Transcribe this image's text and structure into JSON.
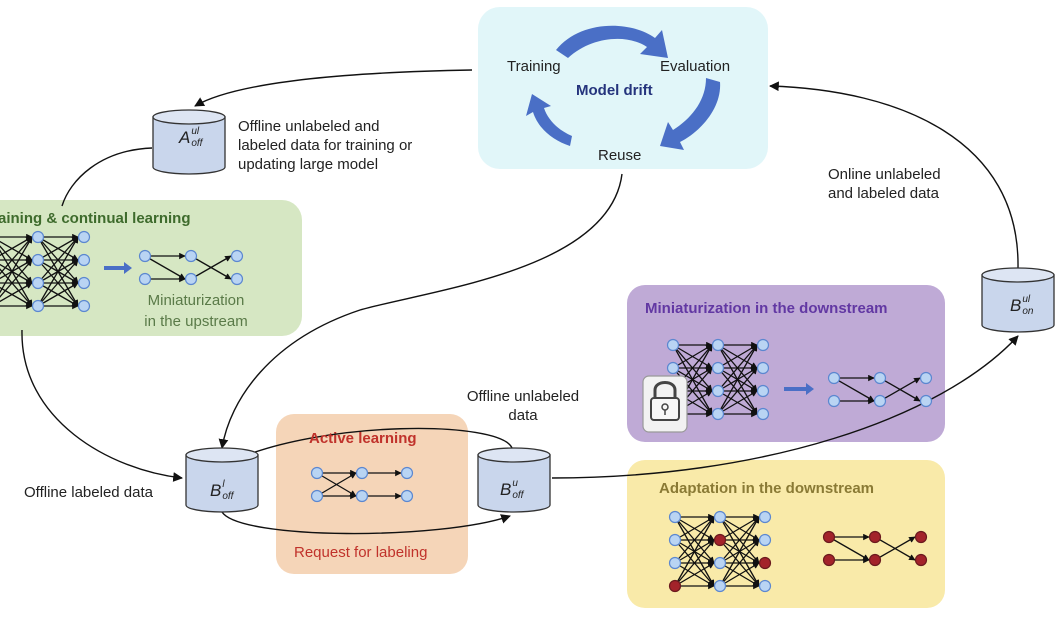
{
  "diagram": {
    "model_drift_box": {
      "title": "Model drift",
      "cycle": [
        "Training",
        "Evaluation",
        "Reuse"
      ],
      "color": "#e1f6f9",
      "arrow_color": "#4a6fc6",
      "title_color": "#25347d"
    },
    "databases": {
      "a_off_ul": {
        "base": "A",
        "sup": "ul",
        "sub": "off",
        "caption": [
          "Offline unlabeled and",
          "labeled data for training or",
          "updating large model"
        ]
      },
      "b_off_l": {
        "base": "B",
        "sup": "l",
        "sub": "off",
        "caption": [
          "Offline labeled data"
        ]
      },
      "b_off_u": {
        "base": "B",
        "sup": "u",
        "sub": "off",
        "caption": [
          "Offline unlabeled",
          "data"
        ]
      },
      "b_on_ul": {
        "base": "B",
        "sup": "ul",
        "sub": "on",
        "caption": [
          "Online unlabeled",
          "and labeled data"
        ]
      }
    },
    "upstream_box": {
      "title": "aining & continual learning",
      "subtitle": [
        "Miniaturization",
        "in the upstream"
      ],
      "color": "#d6e7c3",
      "title_color": "#3e6b2c"
    },
    "active_learning_box": {
      "title": "Active learning",
      "subtitle": "Request for labeling",
      "color": "#f5d5b8",
      "title_color": "#c0322b"
    },
    "downstream_mini_box": {
      "title": "Miniaturization in the downstream",
      "color": "#bfaad6",
      "title_color": "#6238a3",
      "lock_icon": "lock-icon"
    },
    "downstream_adapt_box": {
      "title": "Adaptation in the downstream",
      "color": "#f9eaa9",
      "title_color": "#8a7a35"
    },
    "node_colors": {
      "normal": "#b9d4f3",
      "adapted": "#a3232a",
      "stroke": "#5b87d0"
    },
    "cylinder_color": "#c9d6ec"
  }
}
